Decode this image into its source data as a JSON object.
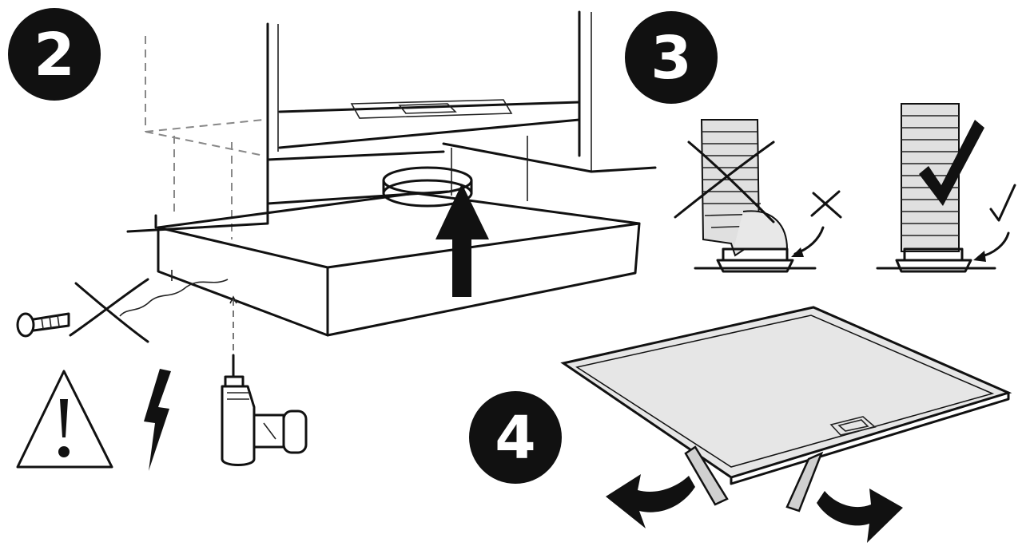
{
  "steps": [
    {
      "id": "step-2",
      "number": "2"
    },
    {
      "id": "step-3",
      "number": "3"
    },
    {
      "id": "step-4",
      "number": "4"
    }
  ],
  "colors": {
    "ink": "#111111",
    "paper": "#ffffff",
    "filter_fill": "#e6e6e6",
    "hose": "#d8d8d8"
  },
  "icons": [
    "warning-triangle-icon",
    "electric-lightning-icon",
    "power-drill-icon",
    "screw-icon",
    "cross-mark-icon",
    "check-mark-icon",
    "arrow-up-icon",
    "curved-arrow-left-icon",
    "curved-arrow-right-icon"
  ]
}
